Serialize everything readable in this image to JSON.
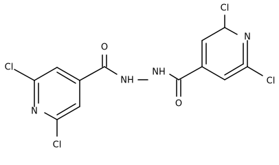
{
  "molecule": {
    "atoms": {
      "cl_top_left": "Cl",
      "cl_bottom_left": "Cl",
      "n_left": "N",
      "o_left": "O",
      "nh_left": "NH",
      "nh_right": "NH",
      "o_right": "O",
      "n_right": "N",
      "cl_top_right": "Cl",
      "cl_bottom_right": "Cl"
    }
  }
}
